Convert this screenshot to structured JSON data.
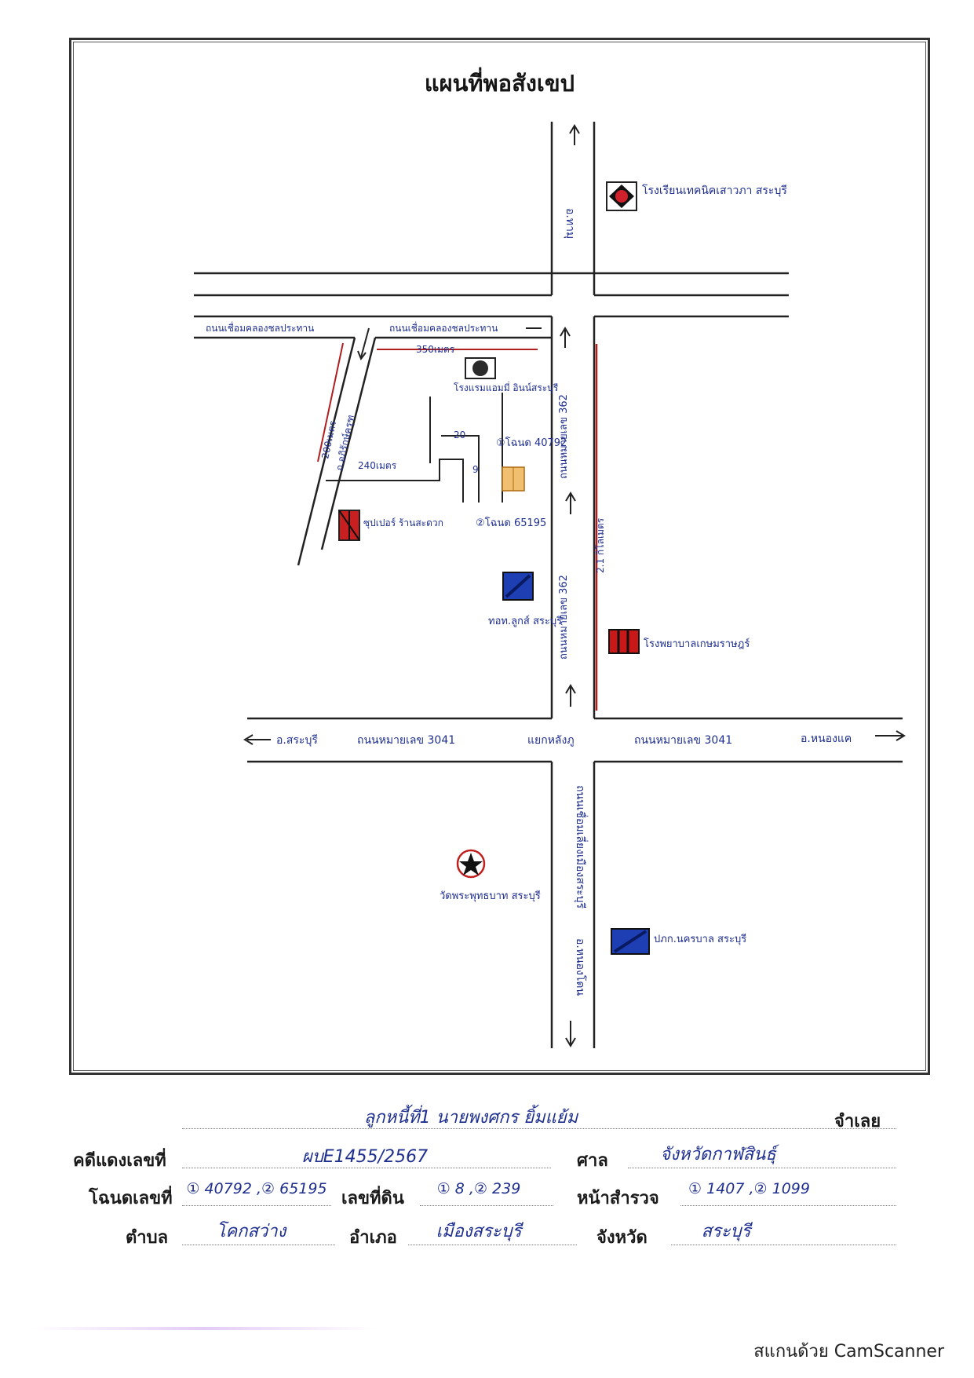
{
  "map": {
    "title": "แผนที่พอสังเขป",
    "labels": {
      "to_north": "อ.ทามุ",
      "north_landmark": "โรงเรียนเทคนิคเสาวภา สระบุรี",
      "road_left_top": "ถนนเชื่อมคลองชลประทาน",
      "road_center_top": "ถนนเชื่อมคลองชลประทาน",
      "dist_350": "350เมตร",
      "dist_200": "200เมตร",
      "alley": "ถ.อภิรักษ์ครุฑ",
      "dist_240": "240เมตร",
      "dist_20": "20",
      "dist_9": "9",
      "school": "โรงแรมแอมมี่ อินน์สระบุรี",
      "deed_1": "①โฉนด 40792",
      "deed_2": "②โฉนด 65195",
      "store": "ซุปเปอร์ ร้านสะดวก",
      "bank": "ทอท.ลูกส์ สระบุรี",
      "road_vertical_upper": "ถนนหมายเลข 362",
      "road_vertical_upper2": "ถนนหมายเลข 362",
      "dist_21": "2.1 กิโลเมตร",
      "clinic": "โรงพยาบาลเกษมราษฎร์",
      "to_west": "อ.สระบุรี",
      "road_main_left": "ถนนหมายเลข 3041",
      "intersection": "แยกหลังภู",
      "road_main_right": "ถนนหมายเลข 3041",
      "to_east": "อ.หนองแค",
      "road_vertical_lower": "ถนนเชื่อมเลี่ยงเมืองสระบุรี",
      "temple": "วัดพระพุทธบาท สระบุรี",
      "to_south": "อ.หนองโดน",
      "police": "ปภก.นครบาล สระบุรี"
    }
  },
  "form": {
    "defendant_value": "ลูกหนี้ที่1 นายพงศกร ยิ้มแย้ม",
    "defendant_label": "จำเลย",
    "case_label": "คดีแดงเลขที่",
    "case_value": "ผบE1455/2567",
    "court_label": "ศาล",
    "court_value": "จังหวัดกาฬสินธุ์",
    "deed_label": "โฉนดเลขที่",
    "deed_value": "① 40792 ,② 65195",
    "land_no_label": "เลขที่ดิน",
    "land_no_value": "① 8 ,② 239",
    "survey_label": "หน้าสำรวจ",
    "survey_value": "① 1407 ,② 1099",
    "subdistrict_label": "ตำบล",
    "subdistrict_value": "โคกสว่าง",
    "district_label": "อำเภอ",
    "district_value": "เมืองสระบุรี",
    "province_label": "จังหวัด",
    "province_value": "สระบุรี"
  },
  "footer": {
    "scanner_text": "สแกนด้วย CamScanner"
  },
  "colors": {
    "ink_blue": "#1f2f8f",
    "red_line": "#b02020",
    "frame": "#333333"
  }
}
